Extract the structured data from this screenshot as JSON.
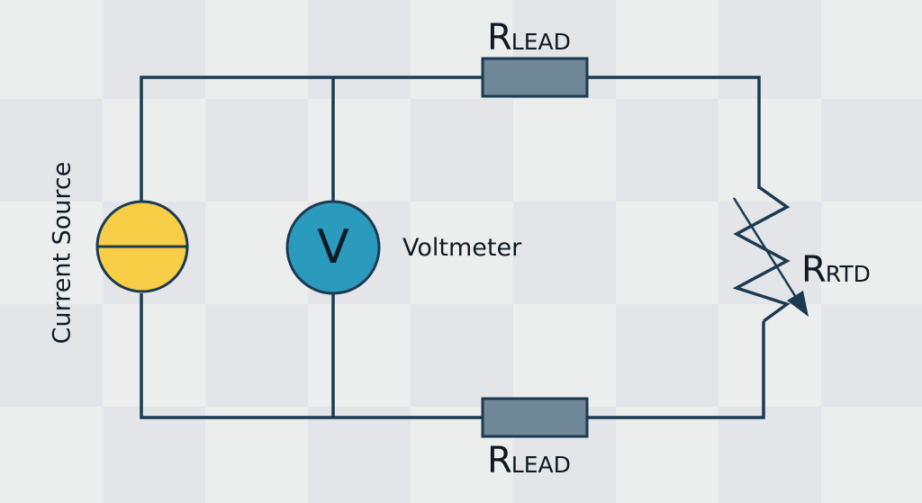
{
  "labels": {
    "lead_top": {
      "main": "R",
      "sub": "LEAD"
    },
    "lead_bottom": {
      "main": "R",
      "sub": "LEAD"
    },
    "rtd": {
      "main": "R",
      "sub": "RTD"
    },
    "voltmeter": "Voltmeter",
    "voltmeter_symbol": "V",
    "current_source": "Current Source"
  },
  "colors": {
    "wire": "#1b3a52",
    "current_source_fill": "#f7ce45",
    "voltmeter_fill": "#2b9bbd",
    "lead_resistor_fill": "#6f8797",
    "checker_light": "#eceeee",
    "checker_dark": "#e3e5e8"
  }
}
